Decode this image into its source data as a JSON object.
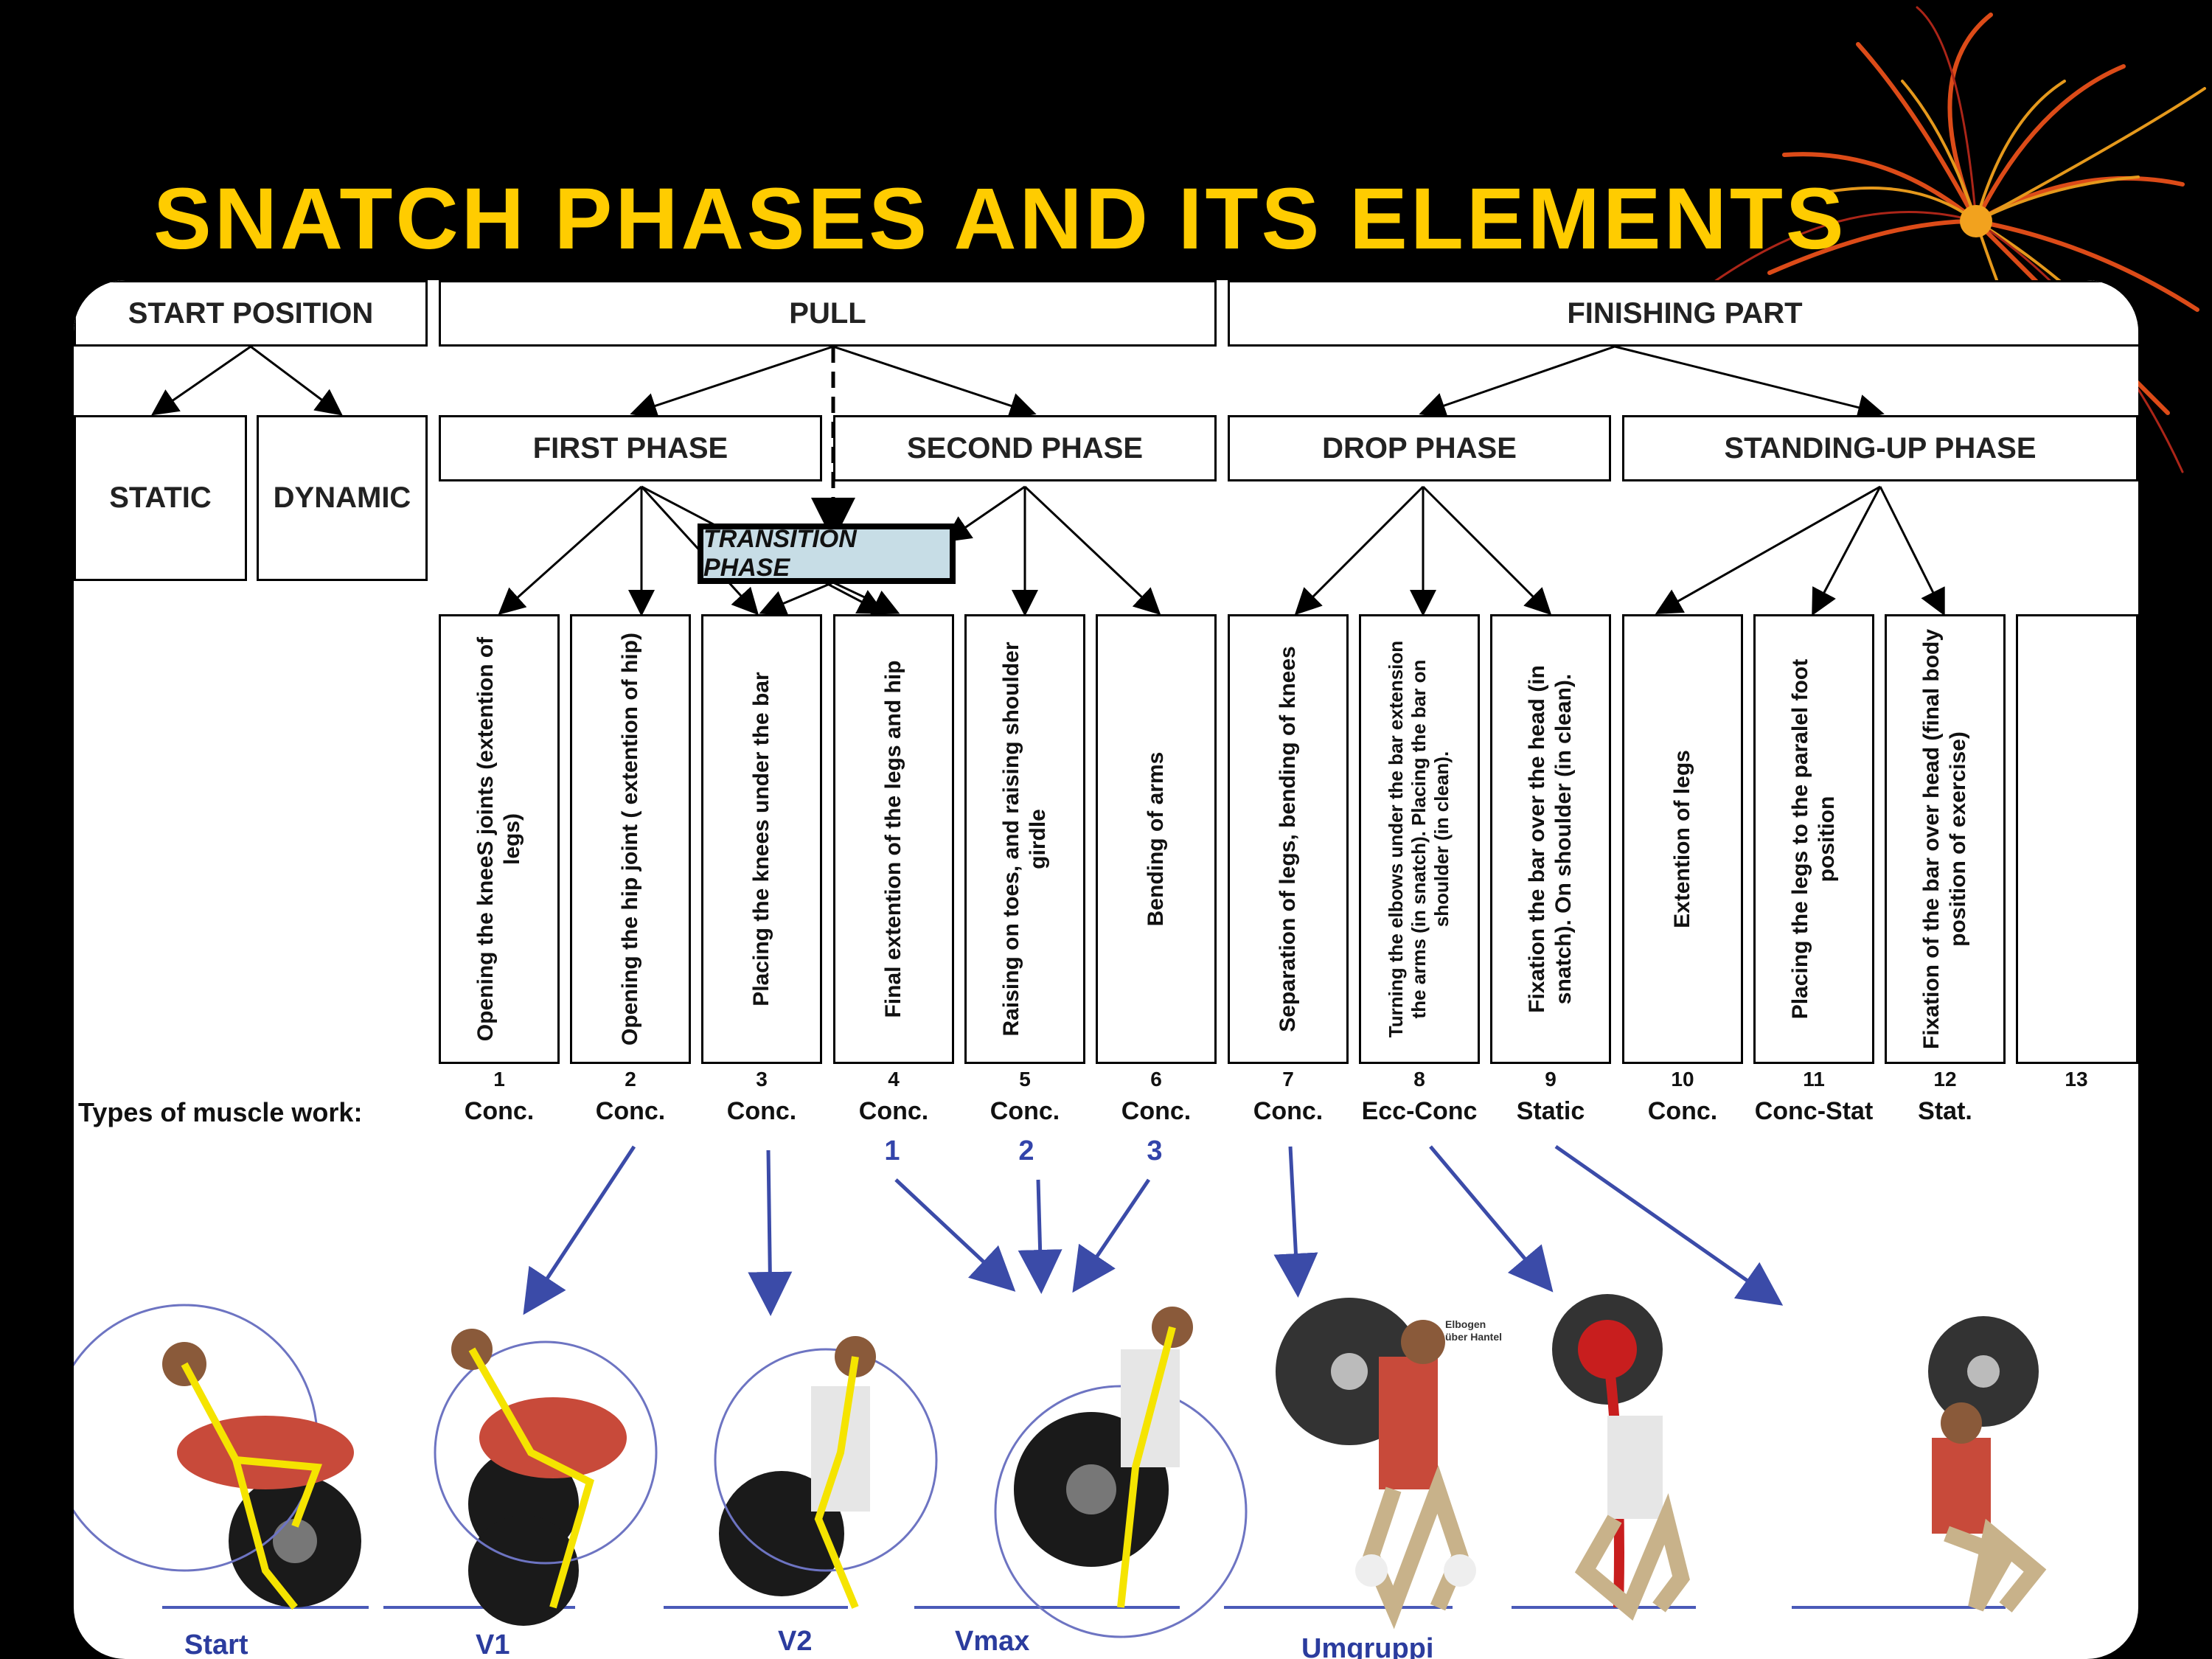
{
  "title": "SNATCH PHASES AND ITS ELEMENTS",
  "colors": {
    "background": "#000000",
    "title": "#FFCC00",
    "panel": "#FFFFFF",
    "arrow_blue": "#3B4BA8",
    "transition_fill": "#C7DDE6"
  },
  "top_boxes": [
    "START POSITION",
    "PULL",
    "FINISHING PART"
  ],
  "phase_boxes": [
    "STATIC",
    "DYNAMIC",
    "FIRST PHASE",
    "SECOND PHASE",
    "DROP PHASE",
    "STANDING-UP PHASE"
  ],
  "transition_label": "TRANSITION PHASE",
  "elements": [
    {
      "text": "Opening the kneeS joints (extention of legs)",
      "num": "1",
      "work": "Conc."
    },
    {
      "text": "Opening the hip joint ( extention of hip)",
      "num": "2",
      "work": "Conc."
    },
    {
      "text": "Placing the knees under the bar",
      "num": "3",
      "work": "Conc."
    },
    {
      "text": "Final extention of the legs and hip",
      "num": "4",
      "work": "Conc."
    },
    {
      "text": "Raising on toes, and raising shoulder girdle",
      "num": "5",
      "work": "Conc."
    },
    {
      "text": "Bending of arms",
      "num": "6",
      "work": "Conc."
    },
    {
      "text": "Separation of legs, bending of knees",
      "num": "7",
      "work": "Conc."
    },
    {
      "text": "Turning the elbows under the bar extension the arms (in snatch). Placing the bar on shoulder (in clean).",
      "num": "8",
      "work": "Ecc-Conc"
    },
    {
      "text": "Fixation the bar over the head (in snatch). On shoulder (in clean).",
      "num": "9",
      "work": "Static"
    },
    {
      "text": "Extention of legs",
      "num": "10",
      "work": "Conc."
    },
    {
      "text": "Placing the legs to the paralel foot position",
      "num": "11",
      "work": "Conc-Stat"
    },
    {
      "text": "Fixation of the bar over head (final body position of exercise)",
      "num": "12",
      "work": "Stat."
    },
    {
      "text": "",
      "num": "13",
      "work": ""
    }
  ],
  "muscle_work_label": "Types of muscle work:",
  "blue_numbers": [
    "1",
    "2",
    "3"
  ],
  "position_labels": [
    "Start",
    "V1",
    "V2",
    "Vmax",
    "Umgruppi"
  ],
  "photo_annotations": [
    "Elbogen über Hantel"
  ]
}
